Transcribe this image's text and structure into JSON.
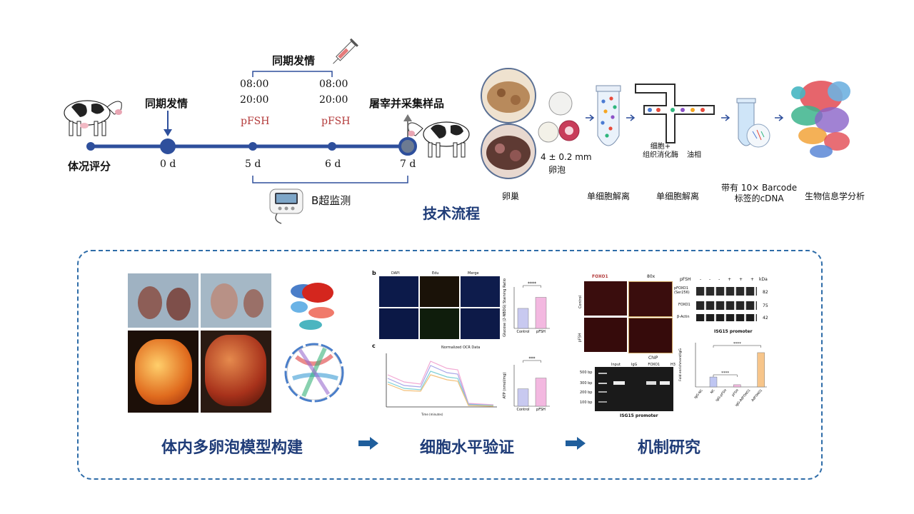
{
  "timeline": {
    "start_label": "体况评分",
    "sync_label_top": "同期发情",
    "sync_label_bracket": "同期发情",
    "slaughter_label": "屠宰并采集样品",
    "ultrasound_label": "B超监测",
    "days": [
      "0 d",
      "5 d",
      "6 d",
      "7 d"
    ],
    "times_left": [
      "08:00",
      "20:00"
    ],
    "times_right": [
      "08:00",
      "20:00"
    ],
    "hormone_left": "pFSH",
    "hormone_right": "pFSH",
    "colors": {
      "line": "#2e4f9c",
      "accent": "#b33a3a"
    }
  },
  "workflow": {
    "title": "技术流程",
    "follicle_size": "4 ± 0.2 mm",
    "follicle_label": "卵泡",
    "cell_enzyme": "细胞+\n组织消化酶",
    "oil_phase": "油相",
    "steps": [
      "卵巢",
      "单细胞解离",
      "单细胞解离",
      "带有 10× Barcode\n标签的cDNA",
      "生物信息学分析"
    ]
  },
  "bottom": {
    "section1": "体内多卵泡模型构建",
    "section2": "细胞水平验证",
    "section3": "机制研究",
    "fig2": {
      "col_headers": [
        "DAPI",
        "Edu",
        "Merge"
      ],
      "panel_b": "b",
      "panel_c": "c",
      "ocr_title": "Normalized OCR Data",
      "ocr_xlabel": "Time (minutes)",
      "glucose_ylabel": "Glucose (2-NBDG) Staining Ratio",
      "glucose_sig": "****",
      "atp_ylabel": "ATP (nmol/mg)",
      "atp_sig": "***",
      "groups": [
        "Control",
        "pFSH"
      ]
    },
    "fig3": {
      "foxo1_label": "FOXO1",
      "zoom_label": "80x",
      "row_labels": [
        "Control",
        "pFSH"
      ],
      "wb_header": "pFSH",
      "wb_signs": [
        "-",
        "-",
        "-",
        "+",
        "+",
        "+"
      ],
      "wb_kda_header": "kDa",
      "wb_bands": [
        "pFOXO1\n(Ser256)",
        "FOXO1",
        "β-Actin"
      ],
      "wb_kda": [
        "82",
        "75",
        "42"
      ],
      "isg_title": "ISG15 promoter",
      "chip_header": "ChIP",
      "gel_lanes": [
        "Input",
        "IgG",
        "FOXO1",
        "H3"
      ],
      "gel_markers": [
        "500 bp",
        "300 bp",
        "200 bp",
        "100 bp"
      ],
      "gel_caption": "ISG15 promoter",
      "fold_ylabel": "Fold enrichment/IgG",
      "fold_sig": [
        "****",
        "****"
      ]
    }
  },
  "chart_data": [
    {
      "type": "bar",
      "categories": [
        "Control",
        "pFSH"
      ],
      "values": [
        0.29,
        0.45
      ],
      "ylabel": "Glucose (2-NBDG) Staining Ratio",
      "ylim": [
        0,
        0.6
      ]
    },
    {
      "type": "bar",
      "categories": [
        "Control",
        "pFSH"
      ],
      "values": [
        1.05,
        1.7
      ],
      "ylabel": "ATP (nmol/mg)",
      "ylim": [
        0,
        2.5
      ]
    },
    {
      "type": "bar",
      "categories": [
        "IgG-NC",
        "NC",
        "IgG-pFSH",
        "pFSH",
        "IgG-AdFOXO1",
        "AdFOXO1"
      ],
      "values": [
        0,
        18,
        0,
        4,
        0,
        62
      ],
      "ylabel": "Fold enrichment/IgG",
      "ylim": [
        0,
        80
      ]
    }
  ]
}
